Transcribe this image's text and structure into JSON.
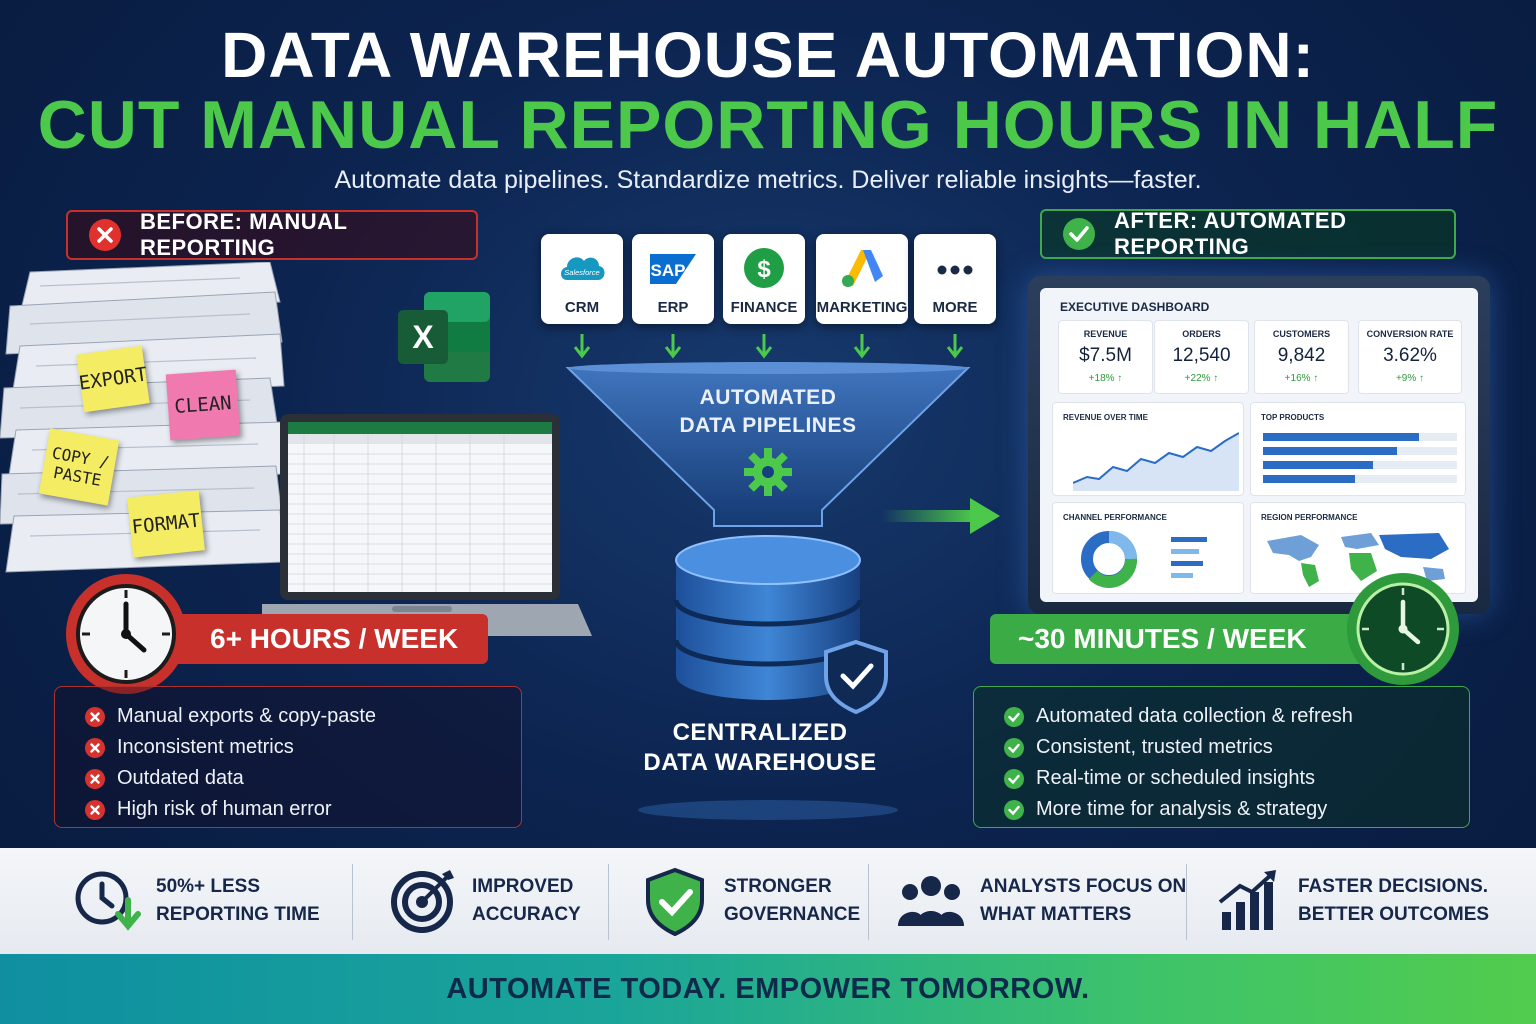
{
  "header": {
    "title_line1": "DATA WAREHOUSE AUTOMATION:",
    "title_line2": "CUT MANUAL REPORTING HOURS IN HALF",
    "subtitle": "Automate data pipelines. Standardize metrics. Deliver reliable insights—faster."
  },
  "before": {
    "badge": "BEFORE: MANUAL REPORTING",
    "notes": [
      "EXPORT",
      "CLEAN",
      "COPY / PASTE",
      "FORMAT"
    ],
    "excel_letter": "X",
    "hours": "6+ HOURS / WEEK",
    "items": [
      "Manual exports & copy-paste",
      "Inconsistent metrics",
      "Outdated data",
      "High risk of human error"
    ]
  },
  "sources": [
    {
      "label": "CRM",
      "logo_text": "Salesforce"
    },
    {
      "label": "ERP",
      "logo_text": "SAP"
    },
    {
      "label": "FINANCE",
      "logo_text": "$"
    },
    {
      "label": "MARKETING",
      "logo_text": ""
    },
    {
      "label": "MORE",
      "logo_text": "•••"
    }
  ],
  "center": {
    "pipelines": "AUTOMATED\nDATA PIPELINES",
    "warehouse": "CENTRALIZED\nDATA WAREHOUSE"
  },
  "after": {
    "badge": "AFTER: AUTOMATED REPORTING",
    "hours": "~30 MINUTES / WEEK",
    "items": [
      "Automated data collection & refresh",
      "Consistent, trusted metrics",
      "Real-time or scheduled insights",
      "More time for analysis & strategy"
    ]
  },
  "dashboard": {
    "title": "EXECUTIVE DASHBOARD",
    "kpis": [
      {
        "label": "REVENUE",
        "value": "$7.5M",
        "delta": "+18% ↑"
      },
      {
        "label": "ORDERS",
        "value": "12,540",
        "delta": "+22% ↑"
      },
      {
        "label": "CUSTOMERS",
        "value": "9,842",
        "delta": "+16% ↑"
      },
      {
        "label": "CONVERSION RATE",
        "value": "3.62%",
        "delta": "+9% ↑"
      }
    ],
    "panels": [
      "REVENUE OVER TIME",
      "TOP PRODUCTS",
      "CHANNEL PERFORMANCE",
      "REGION PERFORMANCE"
    ]
  },
  "benefits": [
    {
      "icon": "clock-down-icon",
      "text": "50%+ LESS\nREPORTING TIME"
    },
    {
      "icon": "target-icon",
      "text": "IMPROVED\nACCURACY"
    },
    {
      "icon": "shield-check-icon",
      "text": "STRONGER\nGOVERNANCE"
    },
    {
      "icon": "team-icon",
      "text": "ANALYSTS FOCUS ON\nWHAT MATTERS"
    },
    {
      "icon": "growth-chart-icon",
      "text": "FASTER DECISIONS.\nBETTER OUTCOMES"
    }
  ],
  "footer": "AUTOMATE TODAY. EMPOWER TOMORROW.",
  "colors": {
    "green": "#4cc94a",
    "red": "#c8302c",
    "navy": "#0c2450"
  }
}
